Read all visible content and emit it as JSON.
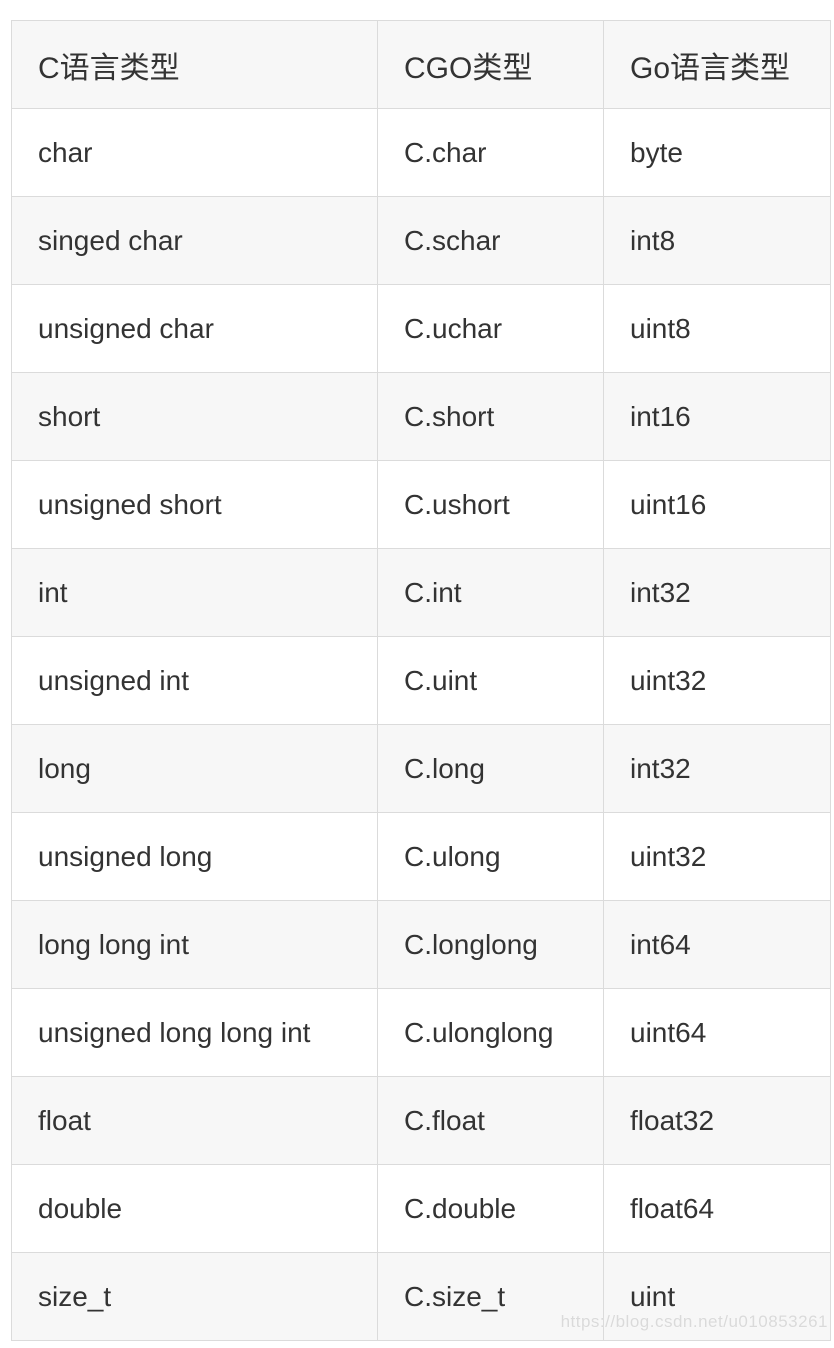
{
  "table": {
    "headers": [
      "C语言类型",
      "CGO类型",
      "Go语言类型"
    ],
    "rows": [
      [
        "char",
        "C.char",
        "byte"
      ],
      [
        "singed char",
        "C.schar",
        "int8"
      ],
      [
        "unsigned char",
        "C.uchar",
        "uint8"
      ],
      [
        "short",
        "C.short",
        "int16"
      ],
      [
        "unsigned short",
        "C.ushort",
        "uint16"
      ],
      [
        "int",
        "C.int",
        "int32"
      ],
      [
        "unsigned int",
        "C.uint",
        "uint32"
      ],
      [
        "long",
        "C.long",
        "int32"
      ],
      [
        "unsigned long",
        "C.ulong",
        "uint32"
      ],
      [
        "long long int",
        "C.longlong",
        "int64"
      ],
      [
        "unsigned long long int",
        "C.ulonglong",
        "uint64"
      ],
      [
        "float",
        "C.float",
        "float32"
      ],
      [
        "double",
        "C.double",
        "float64"
      ],
      [
        "size_t",
        "C.size_t",
        "uint"
      ]
    ]
  },
  "watermark": {
    "text": "https://blog.csdn.net/u010853261"
  },
  "colors": {
    "header_row_bg": "#f7f7f7",
    "striped_row_bg": "#f7f7f7",
    "row_bg": "#ffffff",
    "border": "#dbdbdb",
    "text": "#333333",
    "watermark_text": "#bebebe"
  }
}
